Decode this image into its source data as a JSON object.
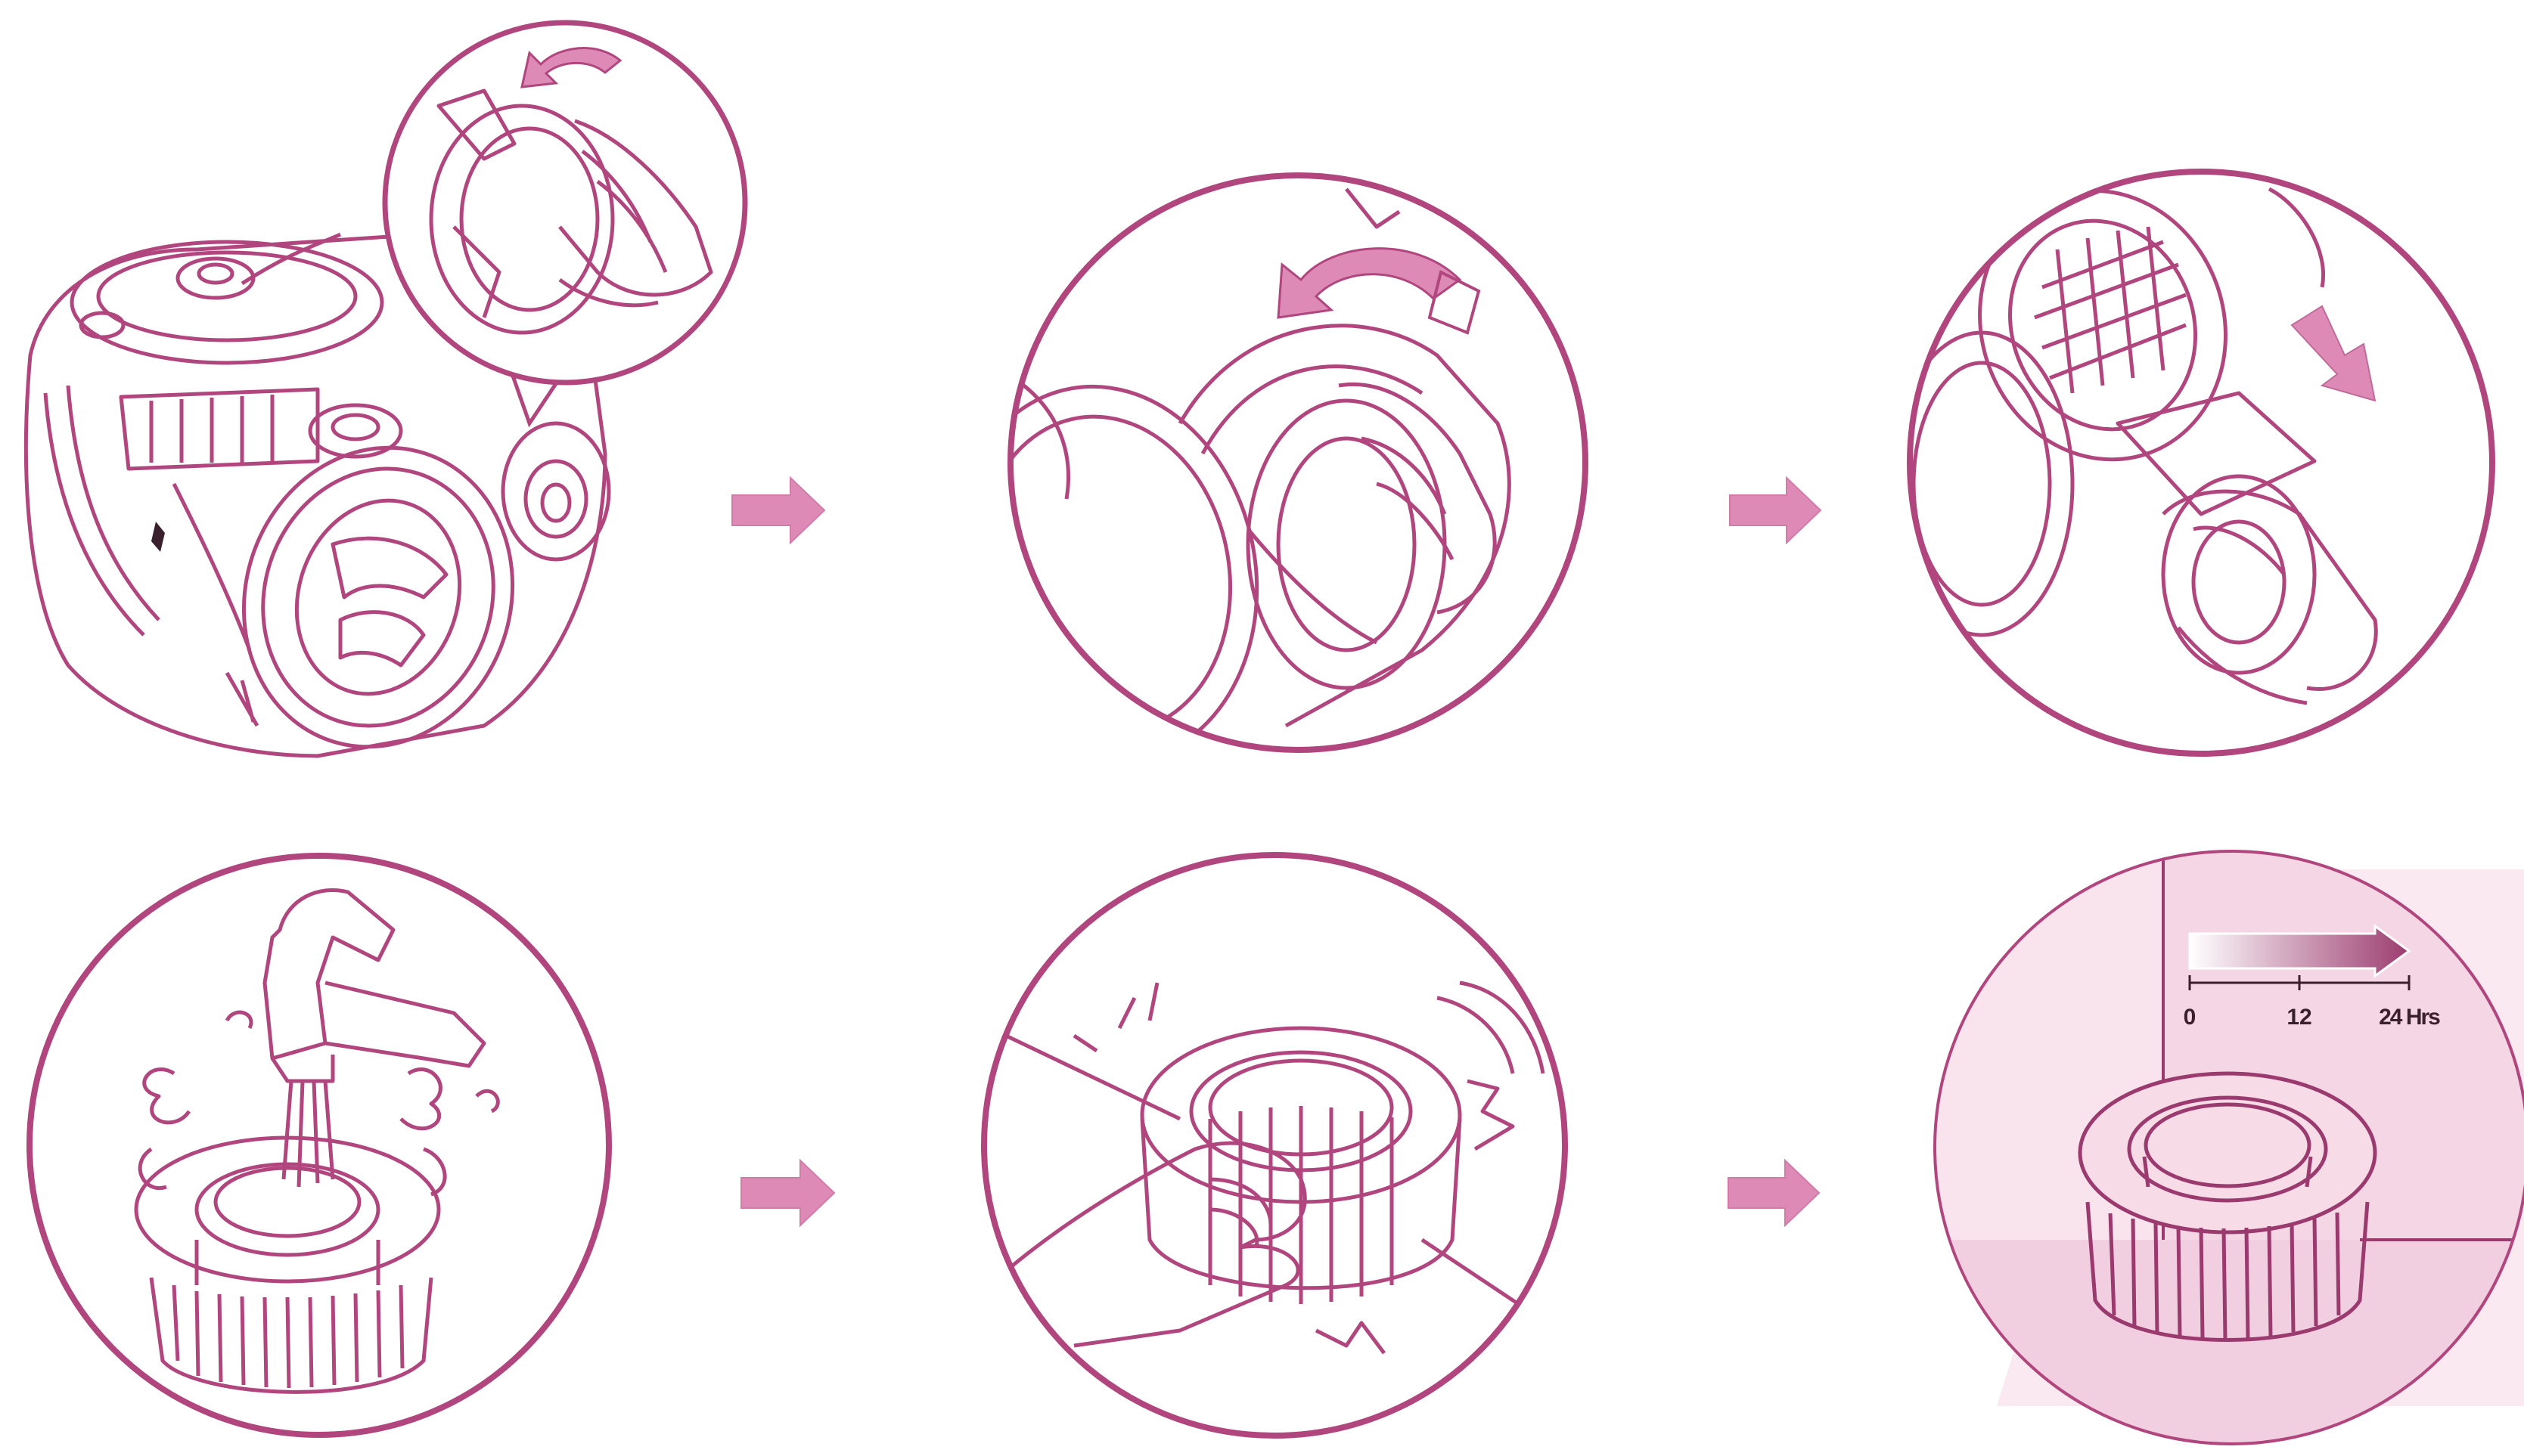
{
  "colors": {
    "line": "#b1467f",
    "line_dark": "#9b3a6f",
    "arrow": "#de8ab6",
    "panel_bg": "#f5d6e4",
    "text": "#3a1f2d"
  },
  "steps": [
    {
      "id": "step-1",
      "subject": "vacuum-cleaner-with-filter-cover-inset",
      "icon": "rotate-ccw-arrow-icon"
    },
    {
      "id": "step-2",
      "subject": "hand-turning-filter-cover",
      "icon": "rotate-ccw-arrow-icon"
    },
    {
      "id": "step-3",
      "subject": "hand-pulling-out-filter",
      "icon": "pull-out-arrow-icon"
    },
    {
      "id": "step-4",
      "subject": "rinsing-filter-under-tap"
    },
    {
      "id": "step-5",
      "subject": "shaking-water-off-filter"
    },
    {
      "id": "step-6",
      "subject": "drying-filter-24-hours"
    }
  ],
  "drying_timeline": {
    "ticks": [
      "0",
      "12",
      "24 Hrs"
    ]
  }
}
